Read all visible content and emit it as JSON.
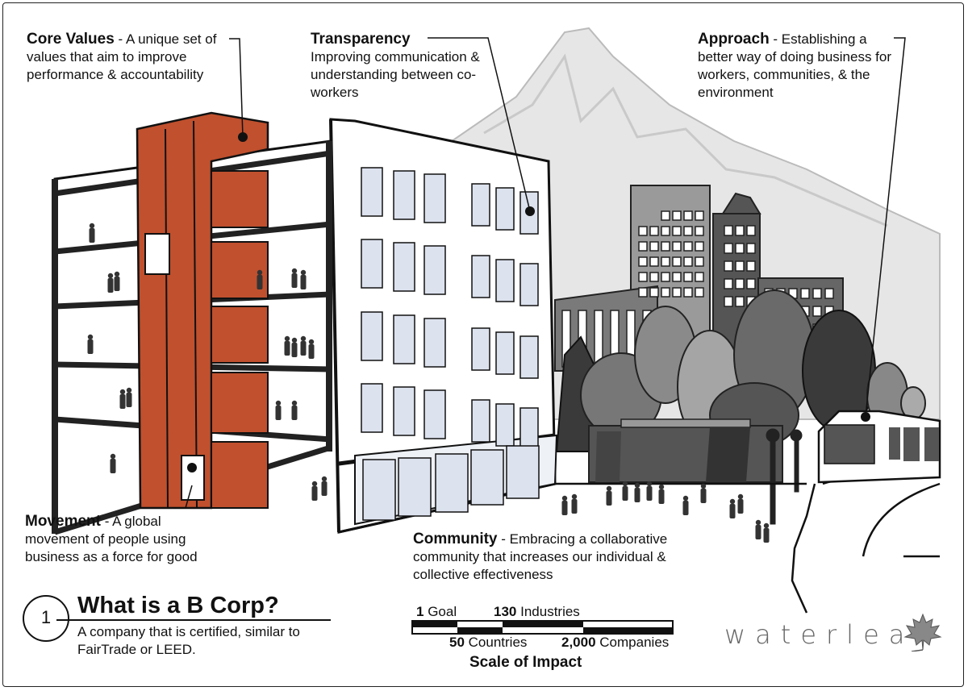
{
  "callouts": {
    "core_values": {
      "title": "Core Values",
      "text": "A unique set of values that aim to improve performance & accountability"
    },
    "transparency": {
      "title": "Transparency",
      "text": "Improving communication & understanding between co-workers"
    },
    "approach": {
      "title": "Approach",
      "text": "Establishing a better way of doing business for workers, communities, & the environment"
    },
    "movement": {
      "title": "Movement",
      "text": "A global movement of people using business as a force for good"
    },
    "community": {
      "title": "Community",
      "text": "Embracing a collaborative community that increases our individual & collective effectiveness"
    }
  },
  "separator": " - ",
  "header": {
    "number": "1",
    "title": "What is a B Corp?",
    "subtitle": "A company that is certified, similar to FairTrade or LEED."
  },
  "scale": {
    "title": "Scale of Impact",
    "labels": [
      {
        "num": "1",
        "text": "Goal"
      },
      {
        "num": "130",
        "text": "Industries"
      },
      {
        "num": "50",
        "text": "Countries"
      },
      {
        "num": "2,000",
        "text": "Companies"
      }
    ]
  },
  "logo": {
    "text": "waterleaf",
    "icon": "maple-leaf-icon"
  },
  "colors": {
    "accent": "#C0502E",
    "window": "#DCE2EE",
    "ink": "#111111"
  }
}
